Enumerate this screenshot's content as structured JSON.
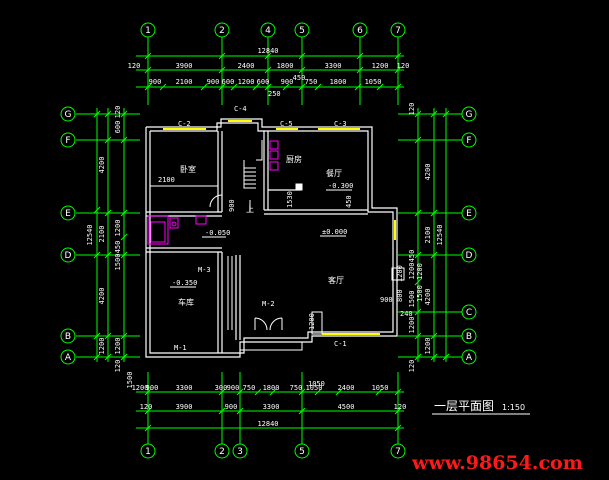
{
  "axes": {
    "top": [
      "1",
      "2",
      "4",
      "5",
      "6",
      "7"
    ],
    "bottom": [
      "1",
      "2",
      "3",
      "5",
      "7"
    ],
    "left": [
      "G",
      "F",
      "E",
      "D",
      "B",
      "A"
    ],
    "right": [
      "G",
      "F",
      "E",
      "D",
      "C",
      "B",
      "A"
    ]
  },
  "dims_top": {
    "total": "12840",
    "row2": [
      "120",
      "3900",
      "2400",
      "1800",
      "3300",
      "1200",
      "120"
    ],
    "row3": [
      "900",
      "2100",
      "900",
      "600",
      "1200",
      "600",
      "900",
      "450",
      "750",
      "1800",
      "1050"
    ]
  },
  "dims_bottom": {
    "row1": [
      "1200",
      "900",
      "3300",
      "300",
      "900",
      "750",
      "1800",
      "750",
      "1050",
      "2400",
      "1050"
    ],
    "row2": [
      "120",
      "3900",
      "900",
      "3300",
      "4500",
      "120"
    ],
    "total": "12840",
    "side": "1500"
  },
  "dims_left": {
    "total": "12540",
    "outer": [
      "4200",
      "2100",
      "4200",
      "1200"
    ],
    "inner": [
      "120",
      "600",
      "1200",
      "450",
      "1500",
      "1200",
      "120"
    ]
  },
  "dims_right": {
    "total": "12540",
    "outer": [
      "4200",
      "2100",
      "4200",
      "1200"
    ],
    "inner": [
      "120",
      "1200",
      "450",
      "1500",
      "1200",
      "120"
    ]
  },
  "interior_dims": [
    "2100",
    "1530",
    "900",
    "450",
    "1200",
    "1050",
    "800",
    "1500",
    "1200",
    "1200",
    "250",
    "240",
    "900"
  ],
  "rooms": {
    "bedroom": "卧室",
    "kitchen": "厨房",
    "dining": "餐厅",
    "living": "客厅",
    "garage": "车库",
    "stair_up": "上"
  },
  "levels": {
    "dining": "-0.300",
    "living": "±0.000",
    "bath": "-0.050",
    "garage": "-0.350"
  },
  "tags": {
    "c2": "C-2",
    "c4": "C-4",
    "c5": "C-5",
    "c3": "C-3",
    "c1": "C-1",
    "m3": "M-3",
    "m2": "M-2",
    "m1": "M-1"
  },
  "title": "一层平面图",
  "scale": "1:150",
  "watermark": "www.98654.com",
  "colors": {
    "background": "#000000",
    "axis_lines": "#00ff00",
    "walls": "#ffffff",
    "windows": "#ffff00",
    "fixtures": "#ff00ff",
    "watermark": "#ff1a1a"
  }
}
